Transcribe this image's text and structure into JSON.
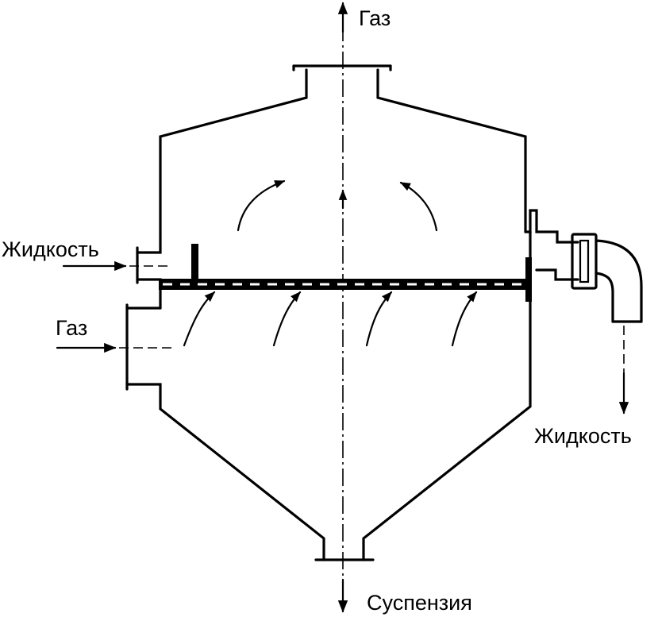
{
  "labels": {
    "gas_out": "Газ",
    "liquid_in": "Жидкость",
    "gas_in": "Газ",
    "liquid_out": "Жидкость",
    "suspension_out": "Суспензия"
  }
}
